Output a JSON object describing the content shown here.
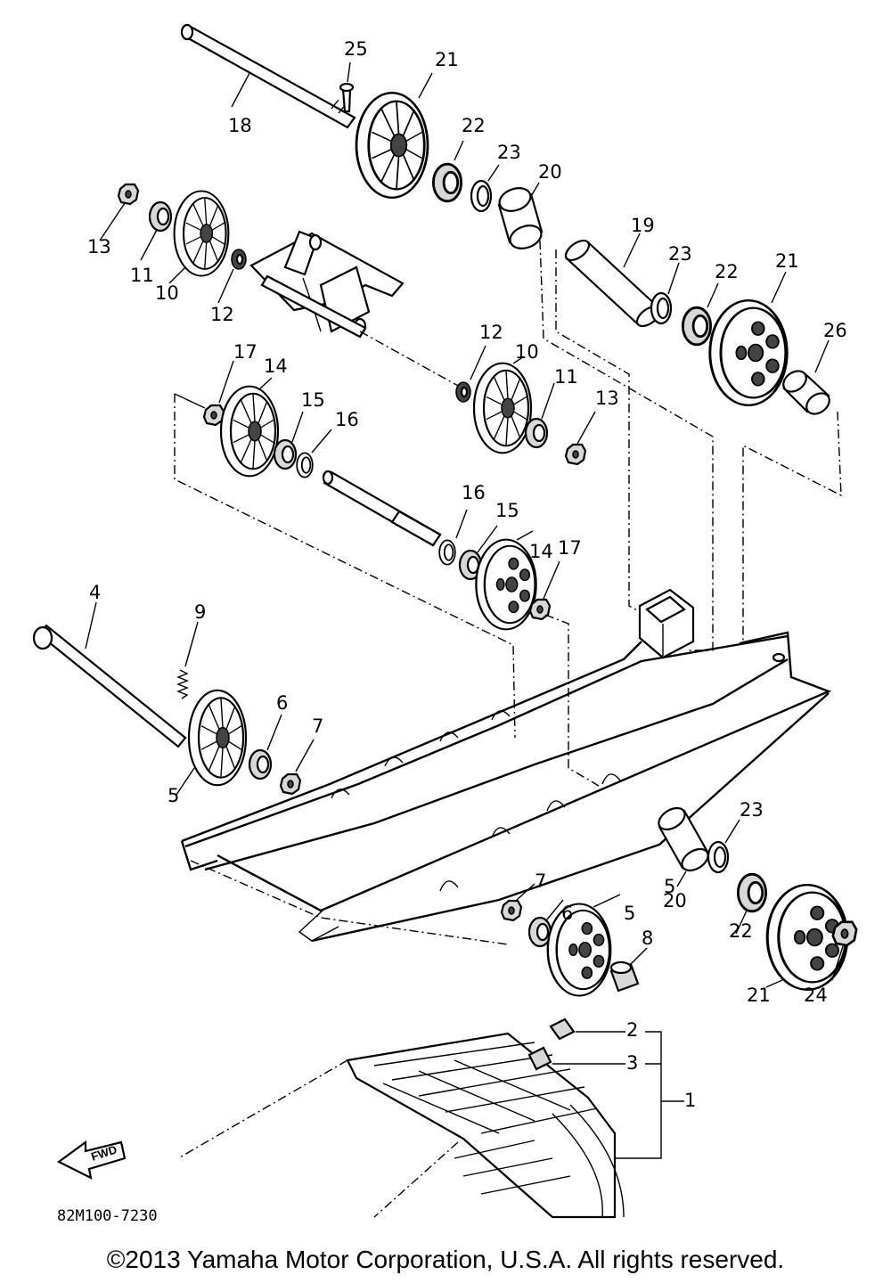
{
  "diagram": {
    "catalog_code": "82M100-7230",
    "copyright": "©2013 Yamaha Motor Corporation, U.S.A. All rights reserved.",
    "direction_marker": "FWD",
    "callouts": [
      {
        "ref": "1"
      },
      {
        "ref": "2"
      },
      {
        "ref": "3"
      },
      {
        "ref": "4"
      },
      {
        "ref": "5"
      },
      {
        "ref": "5"
      },
      {
        "ref": "5"
      },
      {
        "ref": "6"
      },
      {
        "ref": "6"
      },
      {
        "ref": "7"
      },
      {
        "ref": "7"
      },
      {
        "ref": "8"
      },
      {
        "ref": "9"
      },
      {
        "ref": "10"
      },
      {
        "ref": "10"
      },
      {
        "ref": "11"
      },
      {
        "ref": "11"
      },
      {
        "ref": "12"
      },
      {
        "ref": "12"
      },
      {
        "ref": "13"
      },
      {
        "ref": "13"
      },
      {
        "ref": "14"
      },
      {
        "ref": "14"
      },
      {
        "ref": "15"
      },
      {
        "ref": "15"
      },
      {
        "ref": "16"
      },
      {
        "ref": "16"
      },
      {
        "ref": "17"
      },
      {
        "ref": "17"
      },
      {
        "ref": "18"
      },
      {
        "ref": "19"
      },
      {
        "ref": "20"
      },
      {
        "ref": "20"
      },
      {
        "ref": "21"
      },
      {
        "ref": "21"
      },
      {
        "ref": "21"
      },
      {
        "ref": "22"
      },
      {
        "ref": "22"
      },
      {
        "ref": "22"
      },
      {
        "ref": "23"
      },
      {
        "ref": "23"
      },
      {
        "ref": "23"
      },
      {
        "ref": "24"
      },
      {
        "ref": "25"
      },
      {
        "ref": "26"
      }
    ]
  }
}
